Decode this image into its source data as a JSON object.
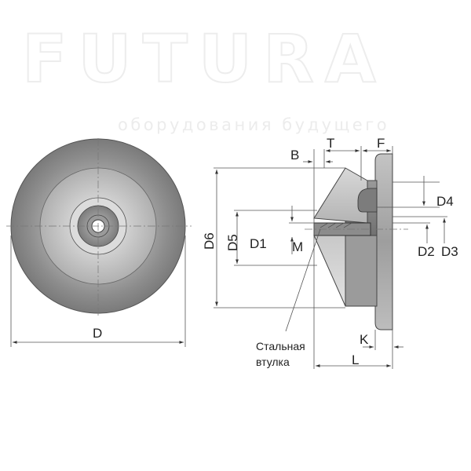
{
  "watermark": {
    "brand": "FUTURA",
    "tagline": "оборудования будущего"
  },
  "front_view": {
    "dimension_D": "D"
  },
  "side_view": {
    "dimensions": {
      "B": "B",
      "T": "T",
      "F": "F",
      "D4": "D4",
      "D6": "D6",
      "D5": "D5",
      "D1": "D1",
      "M": "M",
      "D2": "D2",
      "D3": "D3",
      "K": "K",
      "L": "L"
    },
    "callout_line1": "Стальная",
    "callout_line2": "втулка"
  },
  "colors": {
    "outer_ring": "#8f8f8f",
    "middle_ring": "#bdbdbd",
    "hub": "#d2d2d2",
    "body_dark": "#6f6f6f"
  }
}
